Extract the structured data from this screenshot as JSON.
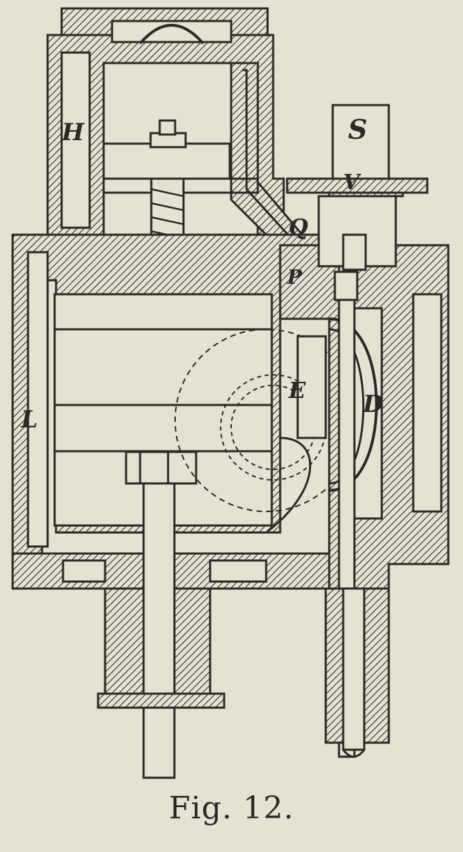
{
  "figure": {
    "caption": "Fig. 12.",
    "labels": {
      "h": "H",
      "s": "S",
      "v": "V",
      "q": "Q",
      "p": "P",
      "e": "E",
      "d": "D",
      "l": "L"
    },
    "colors": {
      "paper": "#e6e2d3",
      "ink": "#2a2926"
    }
  }
}
